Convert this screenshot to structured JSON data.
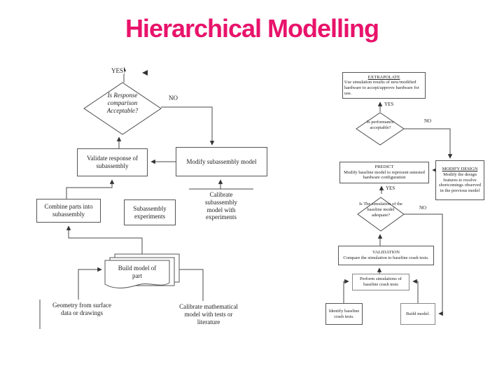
{
  "slide": {
    "title": "Hierarchical Modelling",
    "title_color": "#e8136b",
    "line_color": "#444444"
  },
  "labels": {
    "yes": "YES",
    "no": "NO"
  },
  "left_chart": {
    "diamond_response": "Is Response comparison Acceptable?",
    "validate": "Validate response of subassembly",
    "modify": "Modify subassembly model",
    "combine": "Combine parts into subassembly",
    "subassembly_experiments": "Subassembly experiments",
    "calibrate_subassembly": "Calibrate subassembly model with experiments",
    "build_model_of_part": "Build model of part",
    "geometry": "Geometry from surface data or drawings",
    "calibrate_mathematical": "Calibrate mathematical model with tests or literature"
  },
  "right_chart": {
    "extrapolate_title": "EXTRAPOLATE",
    "extrapolate_body": "Use simulation results of new/modified hardware to accept/approve hardware for use.",
    "diamond_performance": "Is performance acceptable?",
    "predict_title": "PREDICT",
    "predict_body": "Modify baseline model to represent untested hardware configuration",
    "modify_design_title": "MODIFY DESIGN",
    "modify_design_body": "Modify the design features to resolve shortcomings observed in the previous model",
    "diamond_simulation": "Is The simulation of the baseline model adequate?",
    "validation_title": "VALIDATION",
    "validation_body": "Compare the simulation to baseline crash tests.",
    "perform": "Perform simulations of baseline crash tests",
    "identify": "Identify baseline crash tests.",
    "build_model": "Build model."
  }
}
